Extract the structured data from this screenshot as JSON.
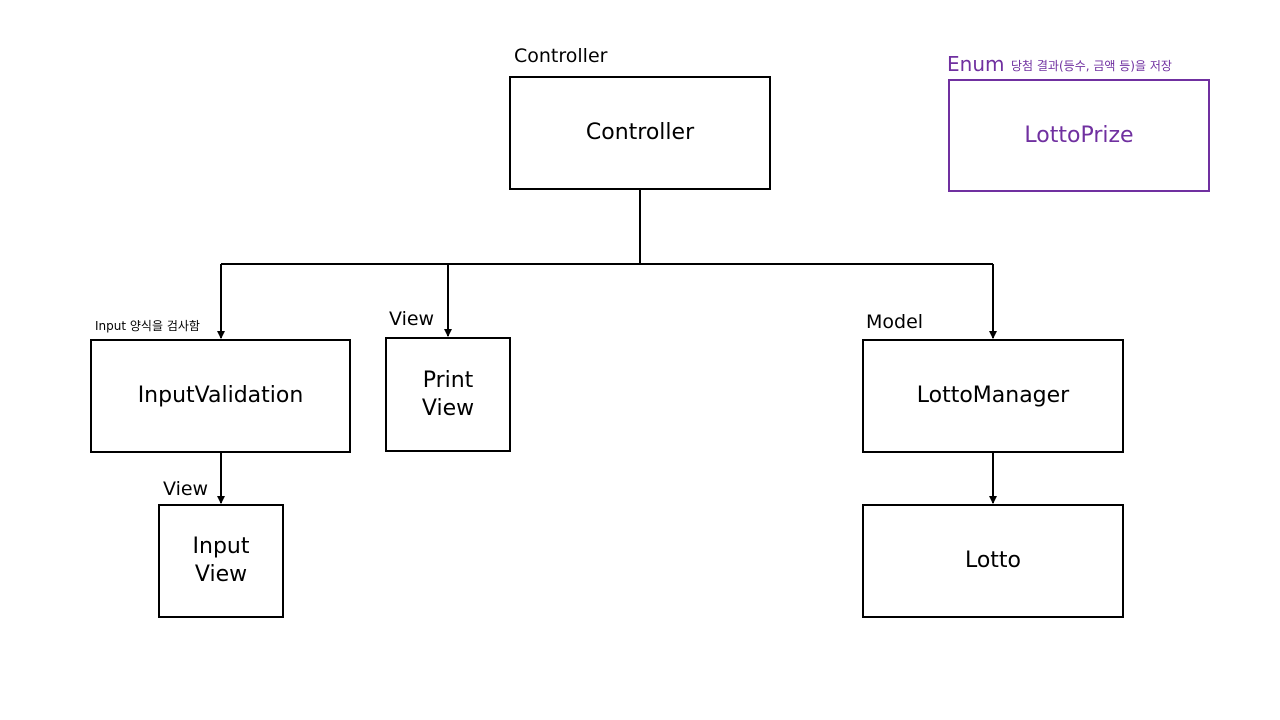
{
  "labels": {
    "controller_stereotype": "Controller",
    "enum_stereotype": "Enum",
    "enum_note": "당첨 결과(등수, 금액 등)을 저장",
    "validation_note": "Input 양식을 검사함",
    "print_view_stereotype": "View",
    "model_stereotype": "Model",
    "input_view_stereotype": "View"
  },
  "boxes": {
    "controller": "Controller",
    "lotto_prize": "LottoPrize",
    "input_validation": "InputValidation",
    "print_view": "Print\nView",
    "lotto_manager": "LottoManager",
    "input_view": "Input\nView",
    "lotto": "Lotto"
  },
  "colors": {
    "line": "#000000",
    "enum_accent": "#7030a0"
  }
}
